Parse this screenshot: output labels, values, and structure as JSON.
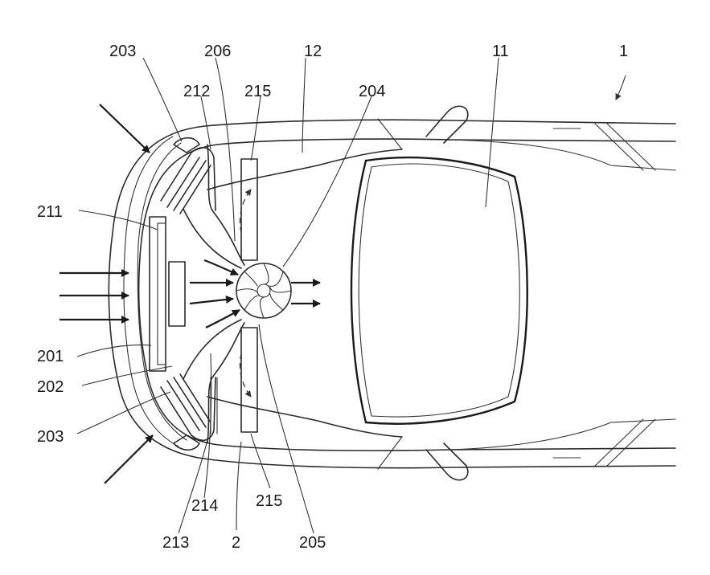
{
  "figure": {
    "labels": {
      "ref_1": "1",
      "ref_203_top": "203",
      "ref_206": "206",
      "ref_12": "12",
      "ref_11": "11",
      "ref_212": "212",
      "ref_215_top": "215",
      "ref_204": "204",
      "ref_211": "211",
      "ref_201": "201",
      "ref_202": "202",
      "ref_203_bottom": "203",
      "ref_213": "213",
      "ref_214": "214",
      "ref_2": "2",
      "ref_215_bottom": "215",
      "ref_205": "205"
    }
  }
}
